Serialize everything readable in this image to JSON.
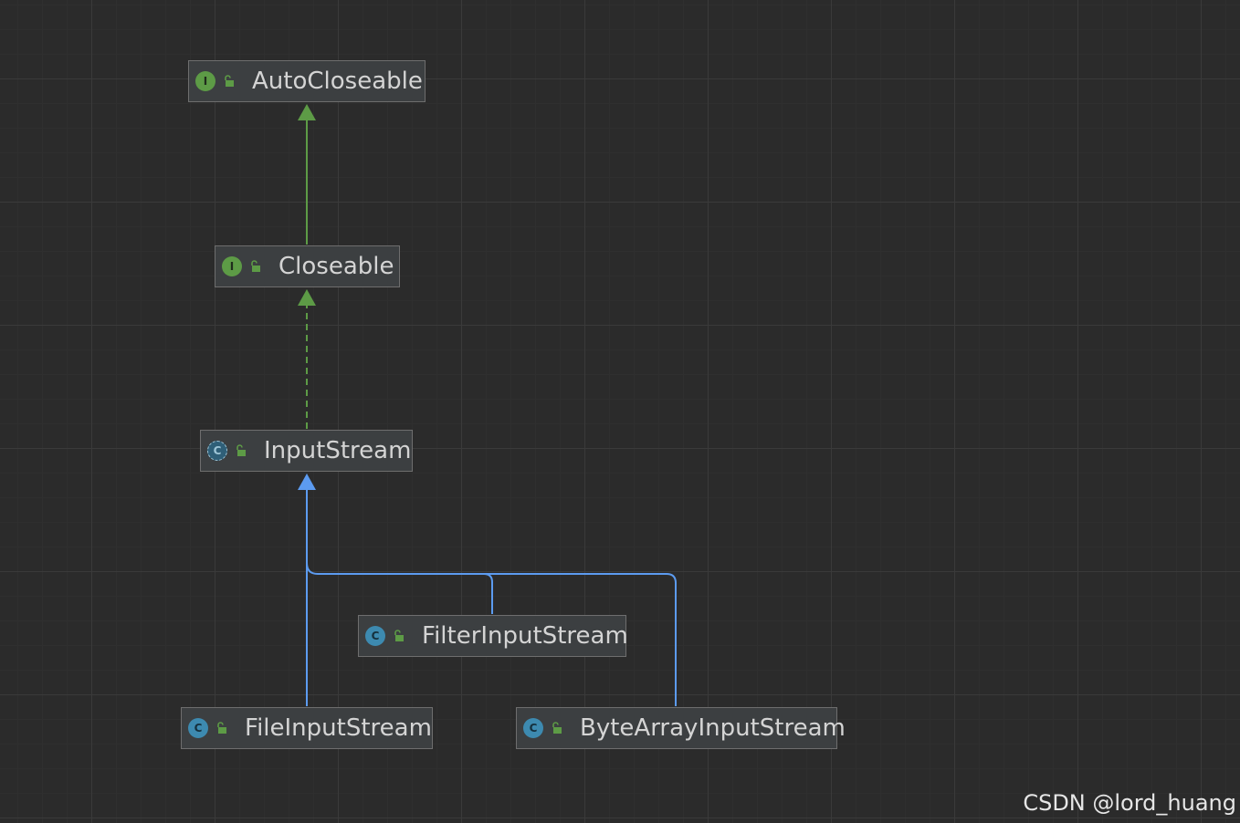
{
  "colors": {
    "background": "#2b2b2b",
    "interface_icon": "#5d9b46",
    "class_icon": "#3d8ab0",
    "extends_interface_edge": "#5d9b46",
    "extends_class_edge": "#5c9bf0"
  },
  "nodes": {
    "autocloseable": {
      "label": "AutoCloseable",
      "kind": "interface",
      "icon_letter": "I"
    },
    "closeable": {
      "label": "Closeable",
      "kind": "interface",
      "icon_letter": "I"
    },
    "inputstream": {
      "label": "InputStream",
      "kind": "abstract-class",
      "icon_letter": "C"
    },
    "filterinputstream": {
      "label": "FilterInputStream",
      "kind": "class",
      "icon_letter": "C"
    },
    "fileinputstream": {
      "label": "FileInputStream",
      "kind": "class",
      "icon_letter": "C"
    },
    "bytearrayinputstream": {
      "label": "ByteArrayInputStream",
      "kind": "class",
      "icon_letter": "C"
    }
  },
  "edges": [
    {
      "from": "Closeable",
      "to": "AutoCloseable",
      "type": "extends",
      "style": "solid"
    },
    {
      "from": "InputStream",
      "to": "Closeable",
      "type": "implements",
      "style": "dashed"
    },
    {
      "from": "FileInputStream",
      "to": "InputStream",
      "type": "extends",
      "style": "solid"
    },
    {
      "from": "FilterInputStream",
      "to": "InputStream",
      "type": "extends",
      "style": "solid"
    },
    {
      "from": "ByteArrayInputStream",
      "to": "InputStream",
      "type": "extends",
      "style": "solid"
    }
  ],
  "icons": {
    "visibility": "open-lock-icon"
  },
  "watermark": "CSDN @lord_huang"
}
